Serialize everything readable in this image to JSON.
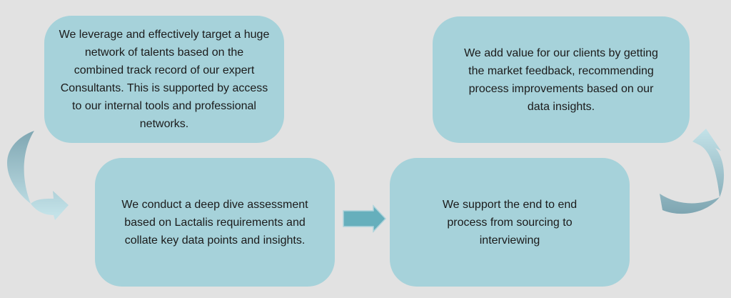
{
  "diagram_title": "",
  "boxes": {
    "top_left": {
      "text": "We leverage and effectively target a huge\nnetwork of talents based on the\ncombined track record of our expert\nConsultants. This is supported by access\nto our internal tools and professional\nnetworks."
    },
    "bottom_left": {
      "text": "We conduct a deep dive assessment\nbased on Lactalis requirements and\ncollate key data points and insights."
    },
    "bottom_right": {
      "text": "We support the end to end\nprocess from sourcing to\ninterviewing"
    },
    "top_right": {
      "text": "We add value for our clients by getting\nthe market feedback, recommending\nprocess improvements based on our\ndata insights."
    }
  },
  "arrows": {
    "left_curved": {
      "type": "curved-arrow",
      "from": "top-left-box",
      "to": "bottom-left-box",
      "head_direction": "right"
    },
    "middle_straight": {
      "type": "block-arrow",
      "from": "bottom-left-box",
      "to": "bottom-right-box",
      "head_direction": "right"
    },
    "right_curved": {
      "type": "curved-arrow",
      "from": "bottom-right-box",
      "to": "top-right-box",
      "head_direction": "up"
    }
  },
  "colors": {
    "background": "#E2E2E2",
    "box_fill": "#A6D2DA",
    "text": "#1B1B1B",
    "straight_arrow_fill": "#66AFBC",
    "straight_arrow_outline": "#ADD3DB",
    "curved_arrow_dark": "#7FA6B2",
    "curved_arrow_light": "#C3E2E8"
  }
}
